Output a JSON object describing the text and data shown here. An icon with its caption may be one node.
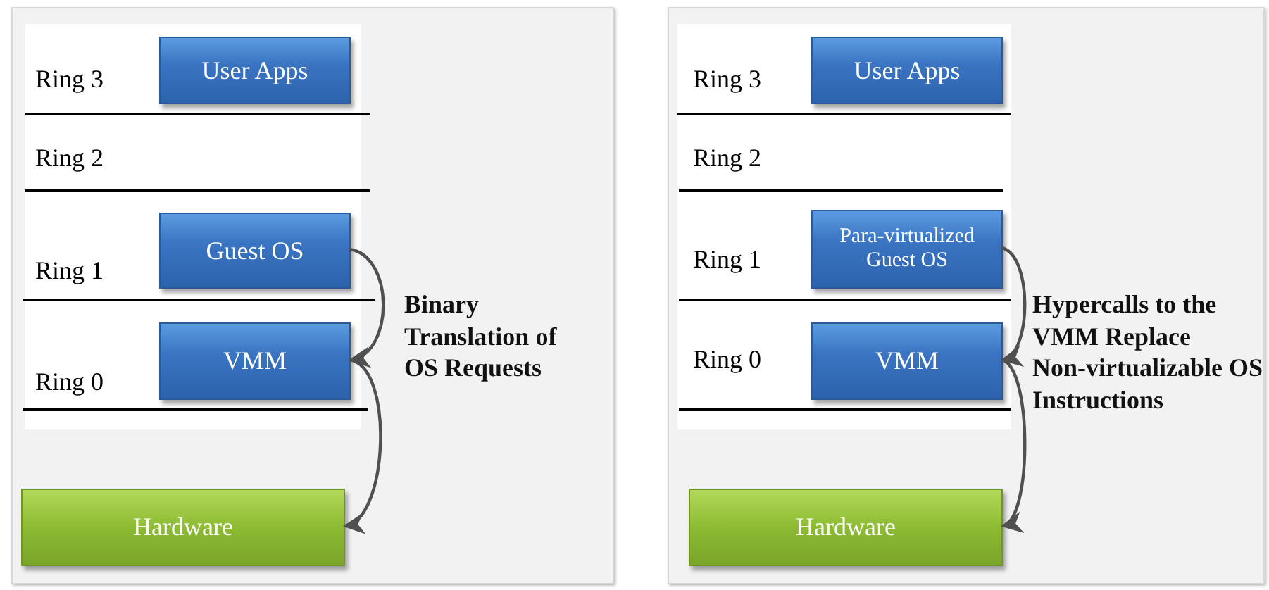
{
  "diagram": {
    "nodes": [
      {
        "text": [],
        "shape": "box"
      },
      {
        "text": [
          "User Apps"
        ],
        "in": 0
      },
      {
        "text": [
          "Guest OS"
        ],
        "in": 0
      },
      {
        "text": [
          "VMM"
        ],
        "in": 0
      },
      {
        "text": [
          "Hardware"
        ],
        "in": 0
      },
      {
        "text": [],
        "shape": "box"
      },
      {
        "text": [
          "User Apps"
        ],
        "in": 5
      },
      {
        "text": [
          "Para-virtualized Guest OS"
        ],
        "in": 5
      },
      {
        "text": [
          "VMM"
        ],
        "in": 5
      },
      {
        "text": [
          "Hardware"
        ],
        "in": 5
      }
    ],
    "edges": [
      {
        "from": 2,
        "to": 3,
        "arrow": "to"
      },
      {
        "from": 3,
        "to": 4,
        "arrow": "to"
      },
      {
        "from": 7,
        "to": 8,
        "arrow": "to"
      },
      {
        "from": 8,
        "to": 9,
        "arrow": "to"
      }
    ],
    "labels": [
      "Ring 3",
      "Ring 2",
      "Ring 1",
      "Ring 0",
      "Binary Translation of OS Requests",
      "Ring 3",
      "Ring 2",
      "Ring 1",
      "Ring 0",
      "Hypercalls to the VMM Replace Non-virtualizable OS Instructions"
    ]
  }
}
